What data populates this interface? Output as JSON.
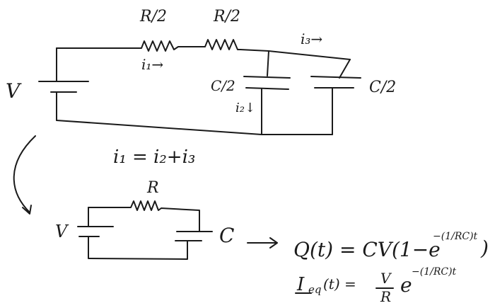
{
  "top_circuit": {
    "source_label": "V",
    "resistor1_label": "R/2",
    "resistor2_label": "R/2",
    "current1_label": "i₁→",
    "current3_label": "i₃→",
    "current2_label": "i₂↓",
    "capacitor1_label": "C/2",
    "capacitor2_label": "C/2",
    "kcl_equation": "i₁ = i₂+i₃"
  },
  "bottom_circuit": {
    "source_label": "V",
    "resistor_label": "R",
    "capacitor_label": "C"
  },
  "equations": {
    "charge_lhs": "Q(t) = CV(1−e",
    "charge_exponent": "−(1/RC)t",
    "charge_close": ")",
    "current_lhs": "I",
    "current_subscript": "eq",
    "current_arg": "(t) =",
    "current_num": "V",
    "current_den": "R",
    "current_e": "e",
    "current_exponent": "−(1/RC)t"
  }
}
